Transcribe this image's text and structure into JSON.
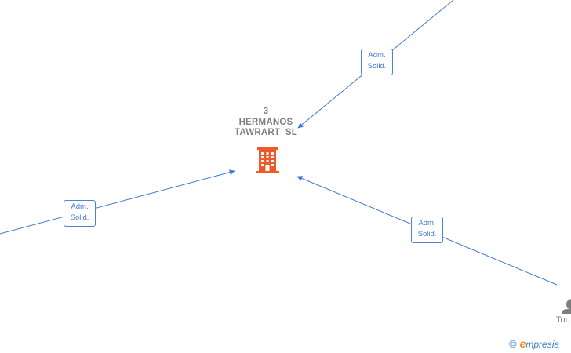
{
  "company": {
    "name_lines": [
      "3",
      "HERMANOS",
      "TAWRART  SL"
    ],
    "icon": "building-icon",
    "icon_color": "#f05a28"
  },
  "edges": [
    {
      "id": "top-right",
      "label_lines": [
        "Adm.",
        "Solid."
      ]
    },
    {
      "id": "left",
      "label_lines": [
        "Adm.",
        "Solid."
      ]
    },
    {
      "id": "bottom-right",
      "label_lines": [
        "Adm.",
        "Solid."
      ]
    }
  ],
  "partial_person": {
    "text": "Tou",
    "icon": "person-icon"
  },
  "watermark": {
    "copyright": "©",
    "e_letter": "e",
    "brand": "mpresia"
  },
  "colors": {
    "edge": "#3d7bcc",
    "label_text": "#7f7f7f"
  }
}
